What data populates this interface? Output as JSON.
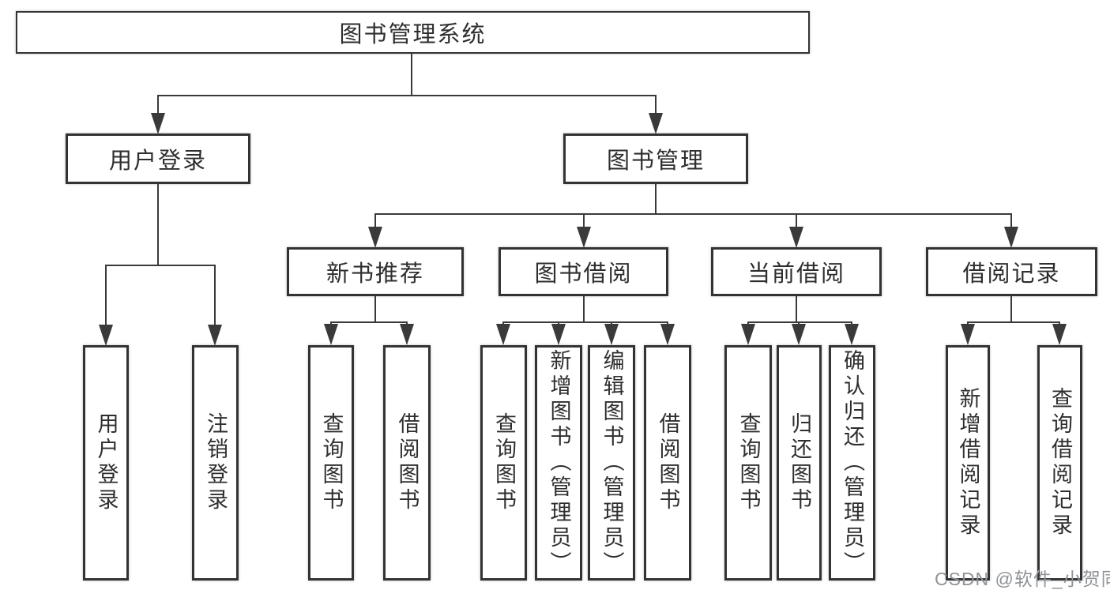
{
  "diagram_type": "feature-tree",
  "watermark": "CSDN @软件_小贺同学",
  "colors": {
    "line": "#3a3a3a",
    "box_border": "#333333",
    "text": "#2e2e2e",
    "background": "#ffffff",
    "watermark": "#8f9398"
  },
  "tree": {
    "root": "图书管理系统",
    "children": [
      {
        "label": "用户登录",
        "children": [
          "用户登录",
          "注销登录"
        ]
      },
      {
        "label": "图书管理",
        "children": [
          {
            "label": "新书推荐",
            "children": [
              "查询图书",
              "借阅图书"
            ]
          },
          {
            "label": "图书借阅",
            "children": [
              "查询图书",
              "新增图书（管理员）",
              "编辑图书（管理员）",
              "借阅图书"
            ]
          },
          {
            "label": "当前借阅",
            "children": [
              "查询图书",
              "归还图书",
              "确认归还（管理员）"
            ]
          },
          {
            "label": "借阅记录",
            "children": [
              "新增借阅记录",
              "查询借阅记录"
            ]
          }
        ]
      }
    ]
  }
}
